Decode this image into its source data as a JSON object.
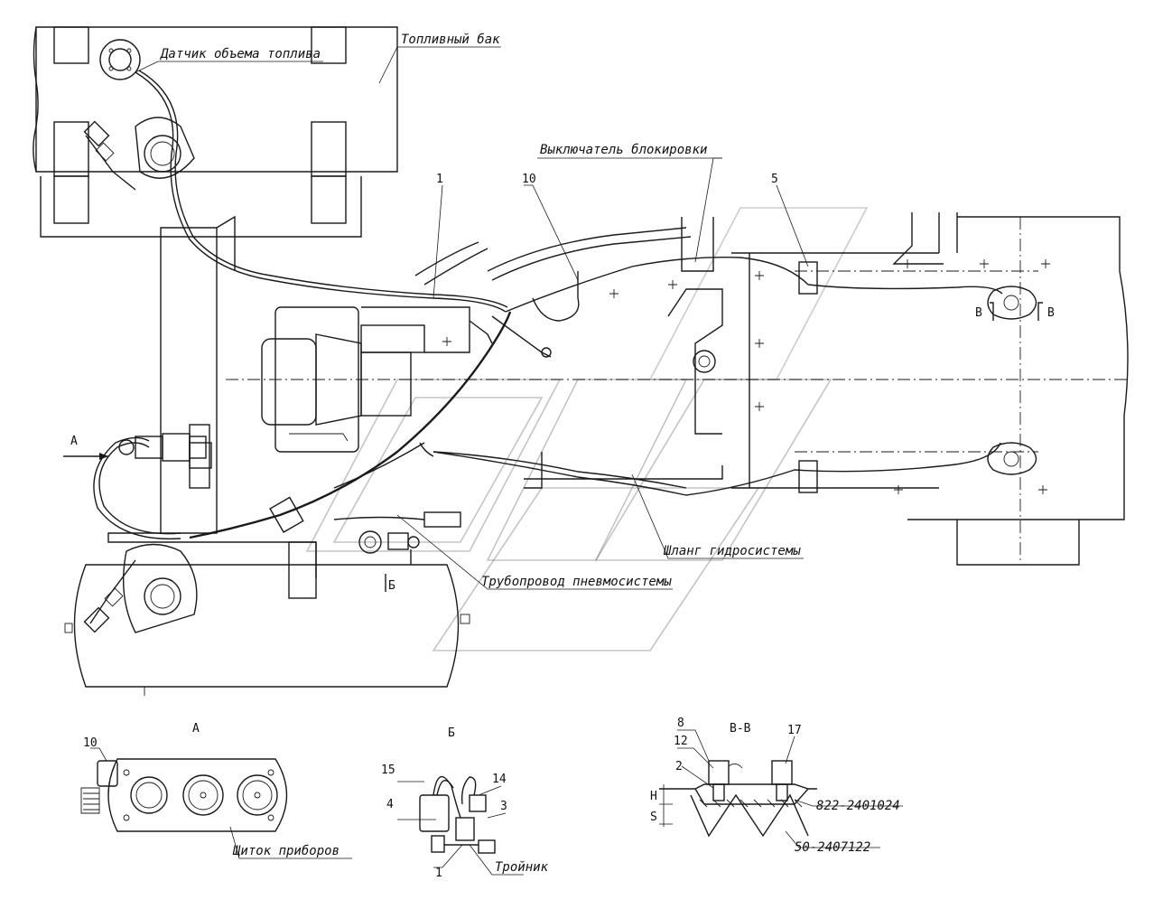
{
  "labels": {
    "fuel_tank": "Топливный бак",
    "fuel_sensor": "Датчик объема топлива",
    "lock_switch": "Выключатель блокировки",
    "hydraulic_hose": "Шланг гидросистемы",
    "pneumatic_pipe": "Трубопровод пневмосистемы",
    "instrument_panel": "Щиток приборов",
    "tee": "Тройник",
    "part_822": "822-2401024",
    "part_50": "50-2407122"
  },
  "views": {
    "view_a": "А",
    "view_b": "Б",
    "section_vv": "В-В",
    "arrow_a": "А",
    "b_mark": "Б",
    "v_left": "В",
    "v_right": "В"
  },
  "callouts": {
    "c1": "1",
    "c10": "10",
    "c5": "5",
    "a10": "10",
    "b15": "15",
    "b14": "14",
    "b3": "3",
    "b4": "4",
    "b1": "1",
    "v8": "8",
    "v12": "12",
    "v2": "2",
    "v17": "17",
    "dim_h": "H",
    "dim_s": "S"
  }
}
